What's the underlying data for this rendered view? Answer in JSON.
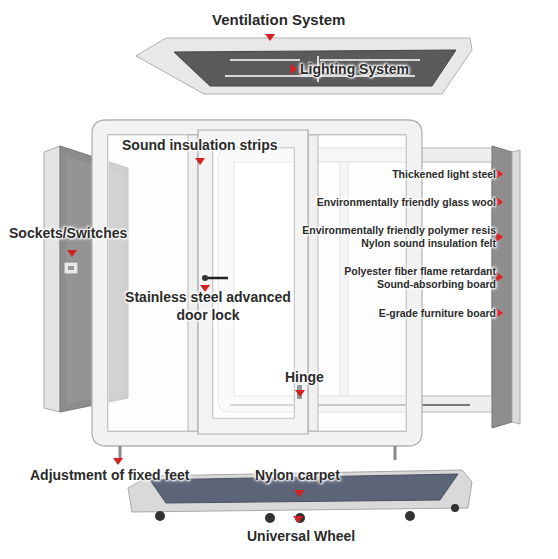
{
  "diagram": {
    "labels": [
      "Ventilation System",
      "Lighting System",
      "Sound insulation strips",
      "Thickened light steel",
      "Sockets/Switches",
      "Environmentally friendly glass wool",
      "Environmentally friendly polymer resis Nylon sound insulation felt",
      "Polyester fiber flame retardant Sound-absorbing board",
      "Stainless steel advanced door lock",
      "E-grade furniture board",
      "Hinge",
      "Adjustment of fixed feet",
      "Nylon carpet",
      "Universal Wheel"
    ]
  }
}
